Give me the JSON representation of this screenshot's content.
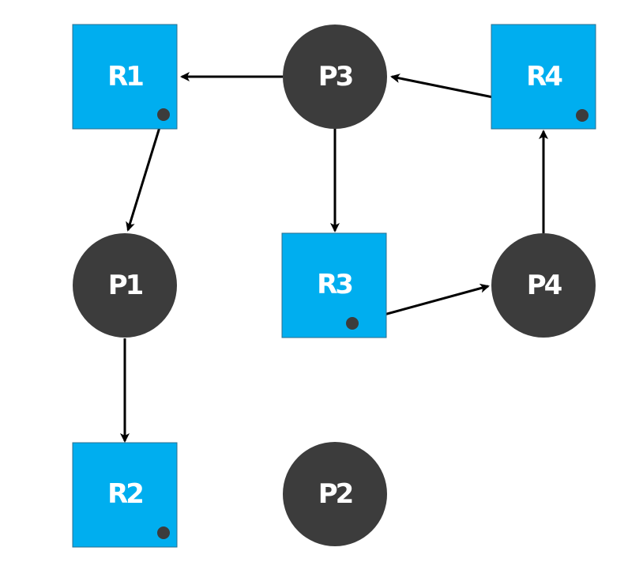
{
  "colors": {
    "resource_fill": "#00aeef",
    "resource_stroke": "#2b6f8f",
    "process_fill": "#3c3c3c",
    "edge": "#000000",
    "instance_dot": "#3c3c3c"
  },
  "resources": [
    {
      "id": "R1",
      "label": "R1",
      "instances": 1
    },
    {
      "id": "R2",
      "label": "R2",
      "instances": 1
    },
    {
      "id": "R3",
      "label": "R3",
      "instances": 1
    },
    {
      "id": "R4",
      "label": "R4",
      "instances": 1
    }
  ],
  "processes": [
    {
      "id": "P1",
      "label": "P1"
    },
    {
      "id": "P2",
      "label": "P2"
    },
    {
      "id": "P3",
      "label": "P3"
    },
    {
      "id": "P4",
      "label": "P4"
    }
  ],
  "edges": [
    {
      "from": "P3",
      "to": "R1",
      "kind": "request"
    },
    {
      "from": "P3",
      "to": "R3",
      "kind": "request"
    },
    {
      "from": "P1",
      "to": "R2",
      "kind": "request"
    },
    {
      "from": "P4",
      "to": "R4",
      "kind": "request"
    },
    {
      "from": "R1",
      "to": "P1",
      "kind": "assignment"
    },
    {
      "from": "R4",
      "to": "P3",
      "kind": "assignment"
    },
    {
      "from": "R3",
      "to": "P4",
      "kind": "assignment"
    }
  ]
}
